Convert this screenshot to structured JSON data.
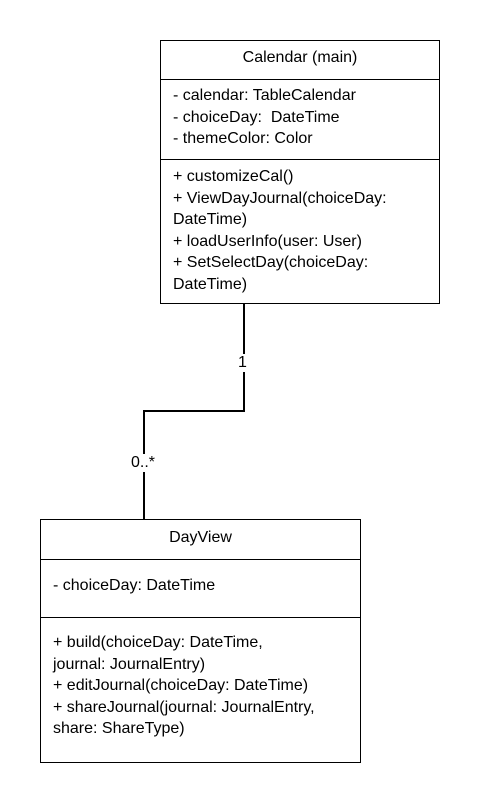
{
  "classes": {
    "calendar": {
      "name": "Calendar (main)",
      "attributes": [
        "- calendar: TableCalendar",
        "- choiceDay:  DateTime",
        "- themeColor: Color"
      ],
      "operations": [
        "+ customizeCal()",
        "+ ViewDayJournal(choiceDay:",
        "DateTime)",
        "+ loadUserInfo(user: User)",
        "+ SetSelectDay(choiceDay:",
        "DateTime)"
      ]
    },
    "dayview": {
      "name": "DayView",
      "attributes": [
        "- choiceDay: DateTime"
      ],
      "operations": [
        "+ build(choiceDay: DateTime,",
        "journal: JournalEntry)",
        "+ editJournal(choiceDay: DateTime)",
        "+ shareJournal(journal: JournalEntry,",
        "share: ShareType)"
      ]
    }
  },
  "association": {
    "calendar_end": "1",
    "dayview_end": "0..*"
  }
}
